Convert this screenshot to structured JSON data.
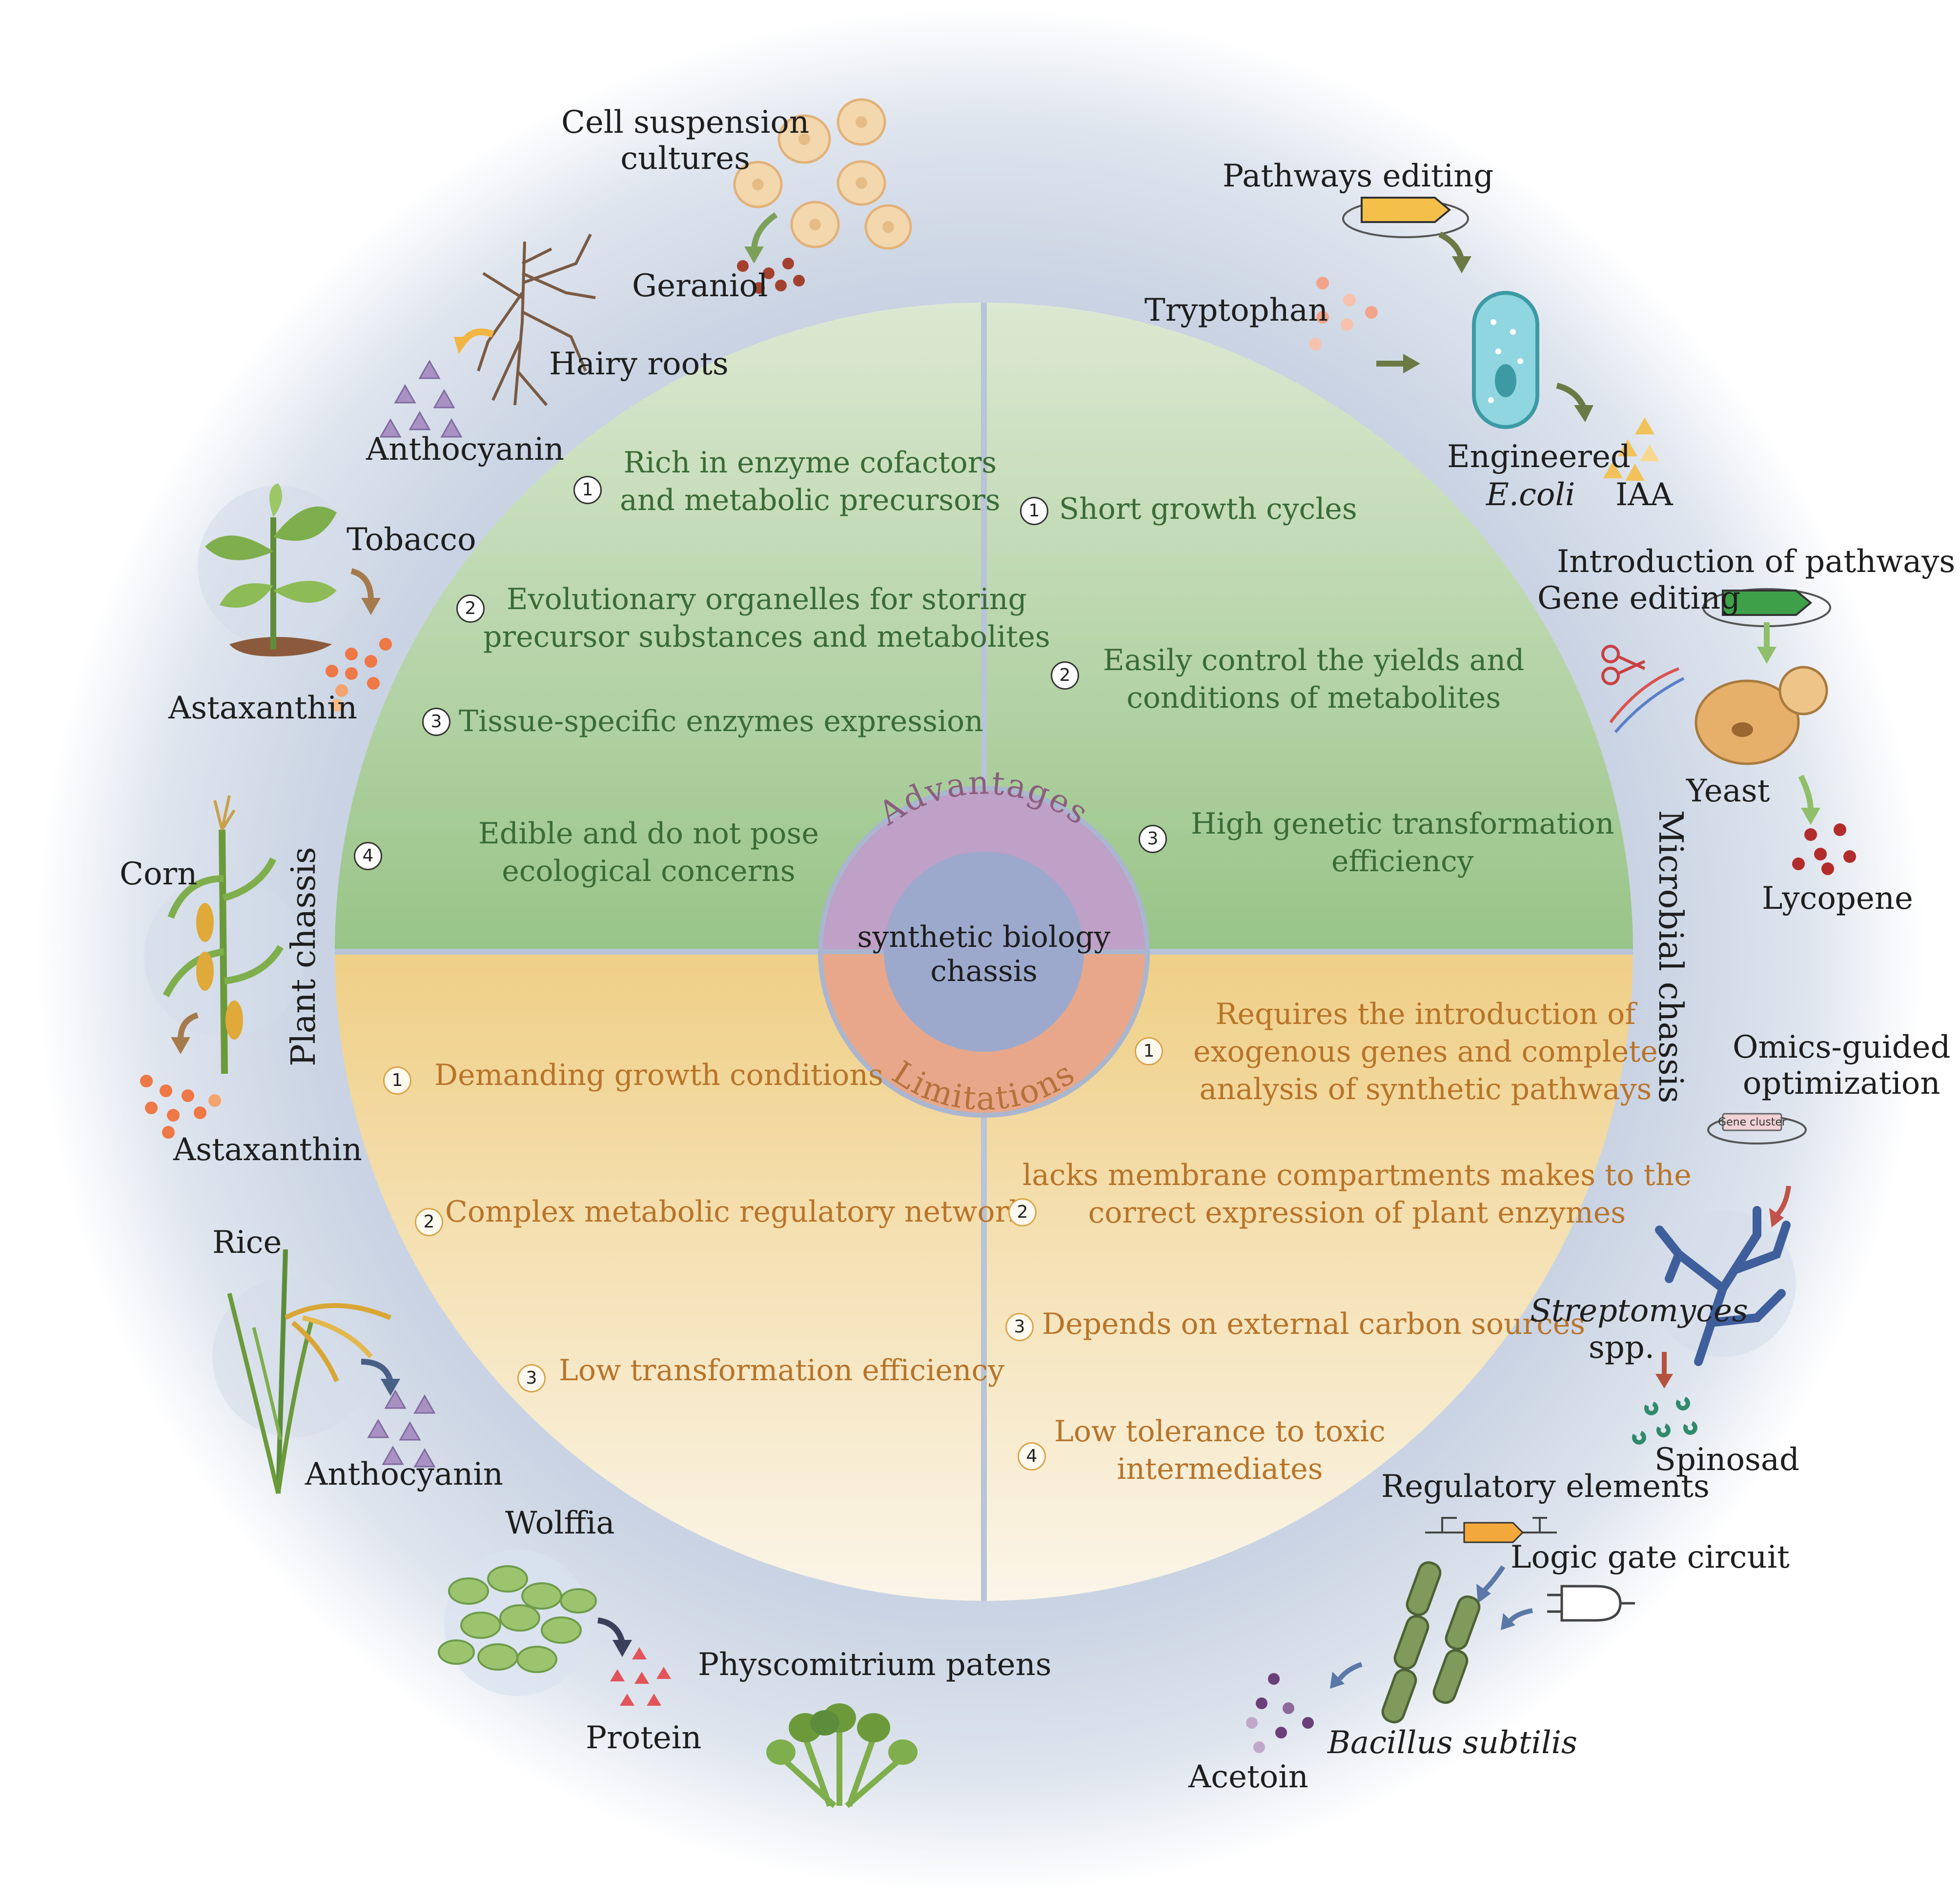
{
  "colors": {
    "outer_ring": "#cdd6e4",
    "advantages_fill": "#a8cf92",
    "limitations_fill": "#f0d48c",
    "advantages_text": "#3a6b36",
    "limitations_text": "#b8742a",
    "center_fill": "#9ca9cc",
    "center_ring_top": "#bfa0c6",
    "center_ring_bottom": "#e8a78a"
  },
  "center": {
    "line1": "synthetic biology",
    "line2": "chassis",
    "advantages_label": "Advantages",
    "limitations_label": "Limitations"
  },
  "side_labels": {
    "plant": "Plant chassis",
    "microbial": "Microbial chassis"
  },
  "plant_advantages": [
    {
      "num": "1",
      "line1": "Rich in enzyme cofactors",
      "line2": "and metabolic precursors"
    },
    {
      "num": "2",
      "line1": "Evolutionary organelles for storing",
      "line2": "precursor substances and metabolites"
    },
    {
      "num": "3",
      "line1": "Tissue-specific enzymes expression"
    },
    {
      "num": "4",
      "line1": "Edible and do not pose",
      "line2": "ecological concerns"
    }
  ],
  "microbial_advantages": [
    {
      "num": "1",
      "line1": "Short growth cycles"
    },
    {
      "num": "2",
      "line1": "Easily control the yields and",
      "line2": "conditions of metabolites"
    },
    {
      "num": "3",
      "line1": "High genetic transformation",
      "line2": "efficiency"
    }
  ],
  "plant_limitations": [
    {
      "num": "1",
      "line1": "Demanding growth conditions"
    },
    {
      "num": "2",
      "line1": "Complex metabolic regulatory network"
    },
    {
      "num": "3",
      "line1": "Low transformation efficiency"
    }
  ],
  "microbial_limitations": [
    {
      "num": "1",
      "line1": "Requires the introduction of",
      "line2": "exogenous genes and complete",
      "line3": "analysis of synthetic pathways"
    },
    {
      "num": "2",
      "line1": "lacks membrane compartments makes to the",
      "line2": "correct expression of plant enzymes"
    },
    {
      "num": "3",
      "line1": "Depends on external carbon sources"
    },
    {
      "num": "4",
      "line1": "Low tolerance to toxic",
      "line2": "intermediates"
    }
  ],
  "plant_examples": {
    "cell_suspension_1": "Cell suspension",
    "cell_suspension_2": "cultures",
    "geraniol": "Geraniol",
    "hairy_roots": "Hairy roots",
    "anthocyanin_1": "Anthocyanin",
    "tobacco": "Tobacco",
    "astaxanthin_1": "Astaxanthin",
    "corn": "Corn",
    "astaxanthin_2": "Astaxanthin",
    "rice": "Rice",
    "anthocyanin_2": "Anthocyanin",
    "wolffia": "Wolffia",
    "protein": "Protein",
    "physcomitrium": "Physcomitrium patens"
  },
  "microbial_examples": {
    "pathways_editing": "Pathways editing",
    "tryptophan": "Tryptophan",
    "engineered": "Engineered",
    "ecoli": "E.coli",
    "iaa": "IAA",
    "intro_pathways": "Introduction of pathways",
    "gene_editing": "Gene editing",
    "yeast": "Yeast",
    "lycopene": "Lycopene",
    "omics_1": "Omics-guided",
    "omics_2": "optimization",
    "gene_cluster": "Gene cluster",
    "streptomyces": "Streptomyces",
    "spp": "spp.",
    "spinosad": "Spinosad",
    "regulatory": "Regulatory elements",
    "logic_gate": "Logic gate circuit",
    "bacillus": "Bacillus subtilis",
    "acetoin": "Acetoin"
  }
}
